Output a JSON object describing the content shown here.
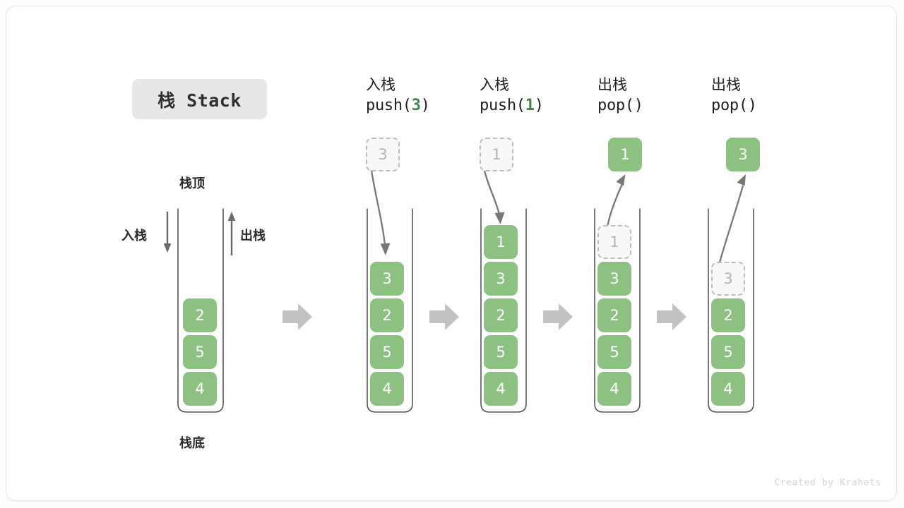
{
  "figure": {
    "title": "栈 Stack",
    "watermark": "Created by Krahets",
    "accent_green": "#8cc182",
    "accent_green_dark": "#3d8b40",
    "ghost_fill": "#f8f8f8",
    "ghost_border": "#bdbdbd",
    "flow_arrow_color": "#c2c2c2",
    "line_color": "#6b6b6b"
  },
  "overview": {
    "top_label": "栈顶",
    "bottom_label": "栈底",
    "push_label": "入栈",
    "pop_label": "出栈",
    "cells": [
      "2",
      "5",
      "4"
    ]
  },
  "steps": [
    {
      "op": "push",
      "cn_label": "入栈",
      "fn_prefix": "push(",
      "fn_arg": "3",
      "fn_suffix": ")",
      "floating_cell": {
        "value": "3",
        "state": "ghost"
      },
      "arrow_direction": "down",
      "stack_cells": [
        {
          "value": "3",
          "state": "solid"
        },
        {
          "value": "2",
          "state": "solid"
        },
        {
          "value": "5",
          "state": "solid"
        },
        {
          "value": "4",
          "state": "solid"
        }
      ]
    },
    {
      "op": "push",
      "cn_label": "入栈",
      "fn_prefix": "push(",
      "fn_arg": "1",
      "fn_suffix": ")",
      "floating_cell": {
        "value": "1",
        "state": "ghost"
      },
      "arrow_direction": "down",
      "stack_cells": [
        {
          "value": "1",
          "state": "solid"
        },
        {
          "value": "3",
          "state": "solid"
        },
        {
          "value": "2",
          "state": "solid"
        },
        {
          "value": "5",
          "state": "solid"
        },
        {
          "value": "4",
          "state": "solid"
        }
      ]
    },
    {
      "op": "pop",
      "cn_label": "出栈",
      "fn_prefix": "pop(",
      "fn_arg": "",
      "fn_suffix": ")",
      "floating_cell": {
        "value": "1",
        "state": "solid"
      },
      "arrow_direction": "up",
      "stack_cells": [
        {
          "value": "1",
          "state": "ghost"
        },
        {
          "value": "3",
          "state": "solid"
        },
        {
          "value": "2",
          "state": "solid"
        },
        {
          "value": "5",
          "state": "solid"
        },
        {
          "value": "4",
          "state": "solid"
        }
      ]
    },
    {
      "op": "pop",
      "cn_label": "出栈",
      "fn_prefix": "pop(",
      "fn_arg": "",
      "fn_suffix": ")",
      "floating_cell": {
        "value": "3",
        "state": "solid"
      },
      "arrow_direction": "up",
      "stack_cells": [
        {
          "value": "",
          "state": "empty"
        },
        {
          "value": "3",
          "state": "ghost"
        },
        {
          "value": "2",
          "state": "solid"
        },
        {
          "value": "5",
          "state": "solid"
        },
        {
          "value": "4",
          "state": "solid"
        }
      ]
    }
  ]
}
